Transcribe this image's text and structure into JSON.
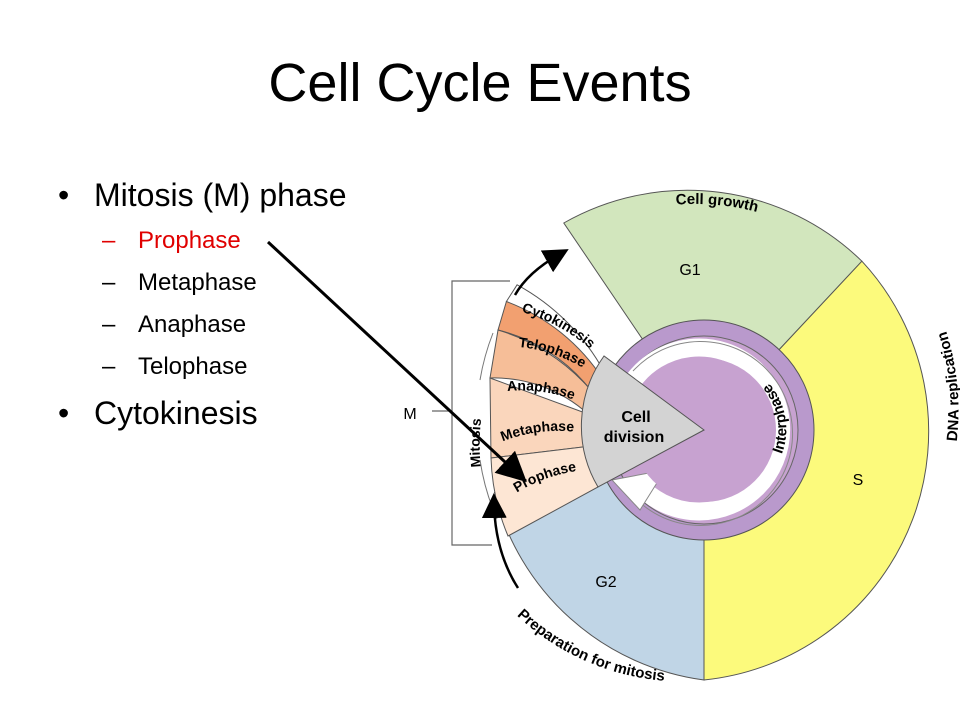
{
  "slide": {
    "title": "Cell Cycle Events",
    "bullet1": "Mitosis  (M) phase",
    "sub1": "Prophase",
    "sub2": "Metaphase",
    "sub3": "Anaphase",
    "sub4": "Telophase",
    "bullet2": "Cytokinesis",
    "highlight_color": "#e00000"
  },
  "diagram": {
    "outer": {
      "cell_growth": "Cell growth",
      "dna_replication": "DNA replication",
      "preparation": "Preparation for mitosis"
    },
    "phases": {
      "g1": "G1",
      "s": "S",
      "g2": "G2",
      "m": "M"
    },
    "mitosis_label": "Mitosis",
    "cytokinesis": "Cytokinesis",
    "stages": {
      "telophase": "Telophase",
      "anaphase": "Anaphase",
      "metaphase": "Metaphase",
      "prophase": "Prophase"
    },
    "center": {
      "line1": "Cell",
      "line2": "division"
    },
    "interphase": "Interphase",
    "colors": {
      "g1": "#d2e6bd",
      "s": "#fcfa7c",
      "g2": "#c0d5e6",
      "interphase_ring": "#b999cc",
      "interphase_core": "#c7a2d0",
      "telophase": "#f2a070",
      "anaphase": "#f6be98",
      "metaphase": "#fad6bc",
      "prophase": "#fde6d4",
      "wedge": "#d3d3d3"
    }
  }
}
